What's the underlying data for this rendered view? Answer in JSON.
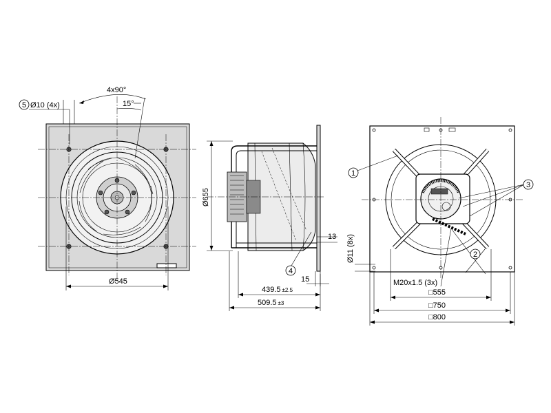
{
  "front_view": {
    "callout_5": "5",
    "hole_dim": "Ø10 (4x)",
    "angle_pattern": "4x90°",
    "angle_offset": "15°",
    "diameter": "Ø545"
  },
  "side_view": {
    "height_dim": "Ø655",
    "callout_4": "4",
    "dim_13": "13",
    "dim_15": "15",
    "depth_1": "439.5",
    "depth_1_tol": "±2.5",
    "depth_2": "509.5",
    "depth_2_tol": "±3"
  },
  "back_view": {
    "callout_1": "1",
    "callout_2": "2",
    "callout_3": "3",
    "hole_dim": "Ø11 (8x)",
    "thread": "M20x1.5 (3x)",
    "square_1": "□555",
    "square_2": "□750",
    "square_3": "□800"
  }
}
